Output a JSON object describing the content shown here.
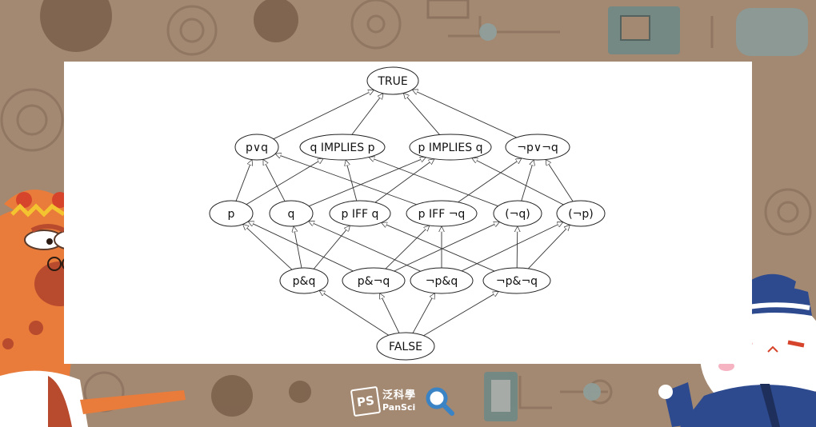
{
  "diagram": {
    "nodes": [
      {
        "id": "n_true",
        "label": "TRUE"
      },
      {
        "id": "n_por",
        "label": "p∨q"
      },
      {
        "id": "n_qip",
        "label": "q IMPLIES p"
      },
      {
        "id": "n_piq",
        "label": "p IMPLIES q"
      },
      {
        "id": "n_npnq_or",
        "label": "¬p∨¬q"
      },
      {
        "id": "n_p",
        "label": "p"
      },
      {
        "id": "n_q",
        "label": "q"
      },
      {
        "id": "n_piffq",
        "label": "p IFF q"
      },
      {
        "id": "n_piffnq",
        "label": "p IFF ¬q"
      },
      {
        "id": "n_nq",
        "label": "(¬q)"
      },
      {
        "id": "n_np",
        "label": "(¬p)"
      },
      {
        "id": "n_pq",
        "label": "p&q"
      },
      {
        "id": "n_pnq",
        "label": "p&¬q"
      },
      {
        "id": "n_npq",
        "label": "¬p&q"
      },
      {
        "id": "n_npnq",
        "label": "¬p&¬q"
      },
      {
        "id": "n_false",
        "label": "FALSE"
      }
    ],
    "edges": [
      [
        "n_por",
        "n_true"
      ],
      [
        "n_qip",
        "n_true"
      ],
      [
        "n_piq",
        "n_true"
      ],
      [
        "n_npnq_or",
        "n_true"
      ],
      [
        "n_p",
        "n_por"
      ],
      [
        "n_p",
        "n_qip"
      ],
      [
        "n_q",
        "n_por"
      ],
      [
        "n_q",
        "n_piq"
      ],
      [
        "n_piffq",
        "n_qip"
      ],
      [
        "n_piffq",
        "n_piq"
      ],
      [
        "n_piffnq",
        "n_por"
      ],
      [
        "n_piffnq",
        "n_npnq_or"
      ],
      [
        "n_nq",
        "n_qip"
      ],
      [
        "n_nq",
        "n_npnq_or"
      ],
      [
        "n_np",
        "n_piq"
      ],
      [
        "n_np",
        "n_npnq_or"
      ],
      [
        "n_pq",
        "n_p"
      ],
      [
        "n_pq",
        "n_q"
      ],
      [
        "n_pq",
        "n_piffq"
      ],
      [
        "n_pnq",
        "n_p"
      ],
      [
        "n_pnq",
        "n_piffnq"
      ],
      [
        "n_pnq",
        "n_nq"
      ],
      [
        "n_npq",
        "n_q"
      ],
      [
        "n_npq",
        "n_piffnq"
      ],
      [
        "n_npq",
        "n_np"
      ],
      [
        "n_npnq",
        "n_piffq"
      ],
      [
        "n_npnq",
        "n_nq"
      ],
      [
        "n_npnq",
        "n_np"
      ],
      [
        "n_false",
        "n_pq"
      ],
      [
        "n_false",
        "n_pnq"
      ],
      [
        "n_false",
        "n_npq"
      ],
      [
        "n_false",
        "n_npnq"
      ]
    ]
  },
  "brand": {
    "logo_letters": "PS",
    "name_cn": "泛科學",
    "name_en": "PanSci",
    "search_icon": "magnifier-icon"
  },
  "colors": {
    "background": "#a38872",
    "panel": "#ffffff",
    "giraffe": "#e97c3a",
    "rabbit_hat": "#2d4a8f",
    "magnifier": "#3a83c4"
  }
}
